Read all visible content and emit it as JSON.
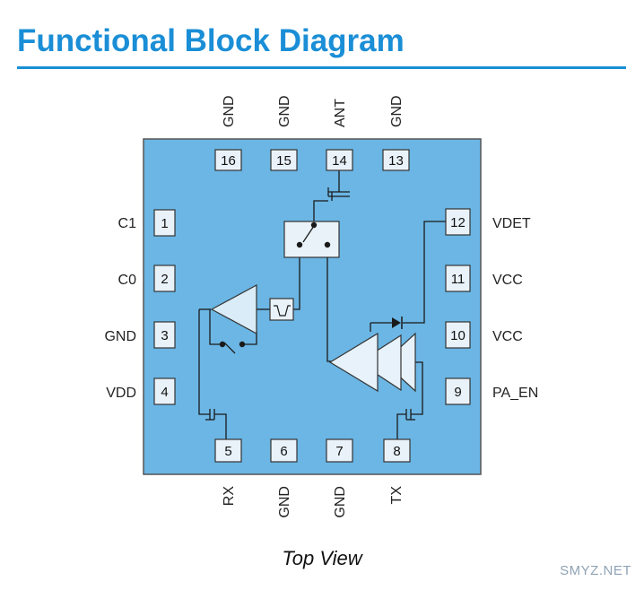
{
  "title": "Functional Block Diagram",
  "caption": "Top View",
  "watermark": "SMYZ.NET",
  "colors": {
    "accent": "#1a8ed6",
    "package_fill": "#6bb6e4",
    "pad_fill": "#e9f2f9",
    "line": "#1a1a1a",
    "watermark": "#8fa3b5"
  },
  "pins": {
    "p1": {
      "num": "1",
      "label": "C1"
    },
    "p2": {
      "num": "2",
      "label": "C0"
    },
    "p3": {
      "num": "3",
      "label": "GND"
    },
    "p4": {
      "num": "4",
      "label": "VDD"
    },
    "p5": {
      "num": "5",
      "label": "RX"
    },
    "p6": {
      "num": "6",
      "label": "GND"
    },
    "p7": {
      "num": "7",
      "label": "GND"
    },
    "p8": {
      "num": "8",
      "label": "TX"
    },
    "p9": {
      "num": "9",
      "label": "PA_EN"
    },
    "p10": {
      "num": "10",
      "label": "VCC"
    },
    "p11": {
      "num": "11",
      "label": "VCC"
    },
    "p12": {
      "num": "12",
      "label": "VDET"
    },
    "p13": {
      "num": "13",
      "label": "GND"
    },
    "p14": {
      "num": "14",
      "label": "ANT"
    },
    "p15": {
      "num": "15",
      "label": "GND"
    },
    "p16": {
      "num": "16",
      "label": "GND"
    }
  }
}
